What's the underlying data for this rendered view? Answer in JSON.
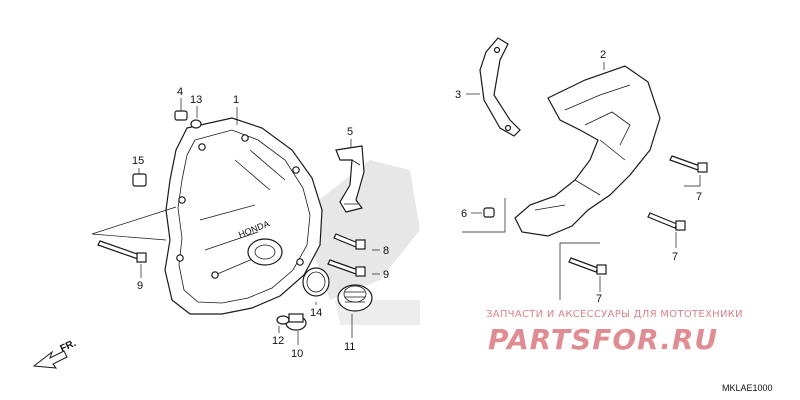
{
  "diagram": {
    "code": "MKLAE1000",
    "direction_marker": "FR.",
    "callouts": {
      "c1": "1",
      "c2": "2",
      "c3": "3",
      "c4": "4",
      "c5": "5",
      "c6": "6",
      "c7a": "7",
      "c7b": "7",
      "c7c": "7",
      "c8": "8",
      "c9a": "9",
      "c9b": "9",
      "c10": "10",
      "c11": "11",
      "c12": "12",
      "c13": "13",
      "c14": "14",
      "c15": "15"
    },
    "cover_logo": "HONDA"
  },
  "watermark": {
    "tagline": "ЗАПЧАСТИ И АКСЕССУАРЫ ДЛЯ МОТОТЕХНИКИ",
    "brand": "PARTSFOR.RU",
    "brand_color": "#e08c93"
  }
}
